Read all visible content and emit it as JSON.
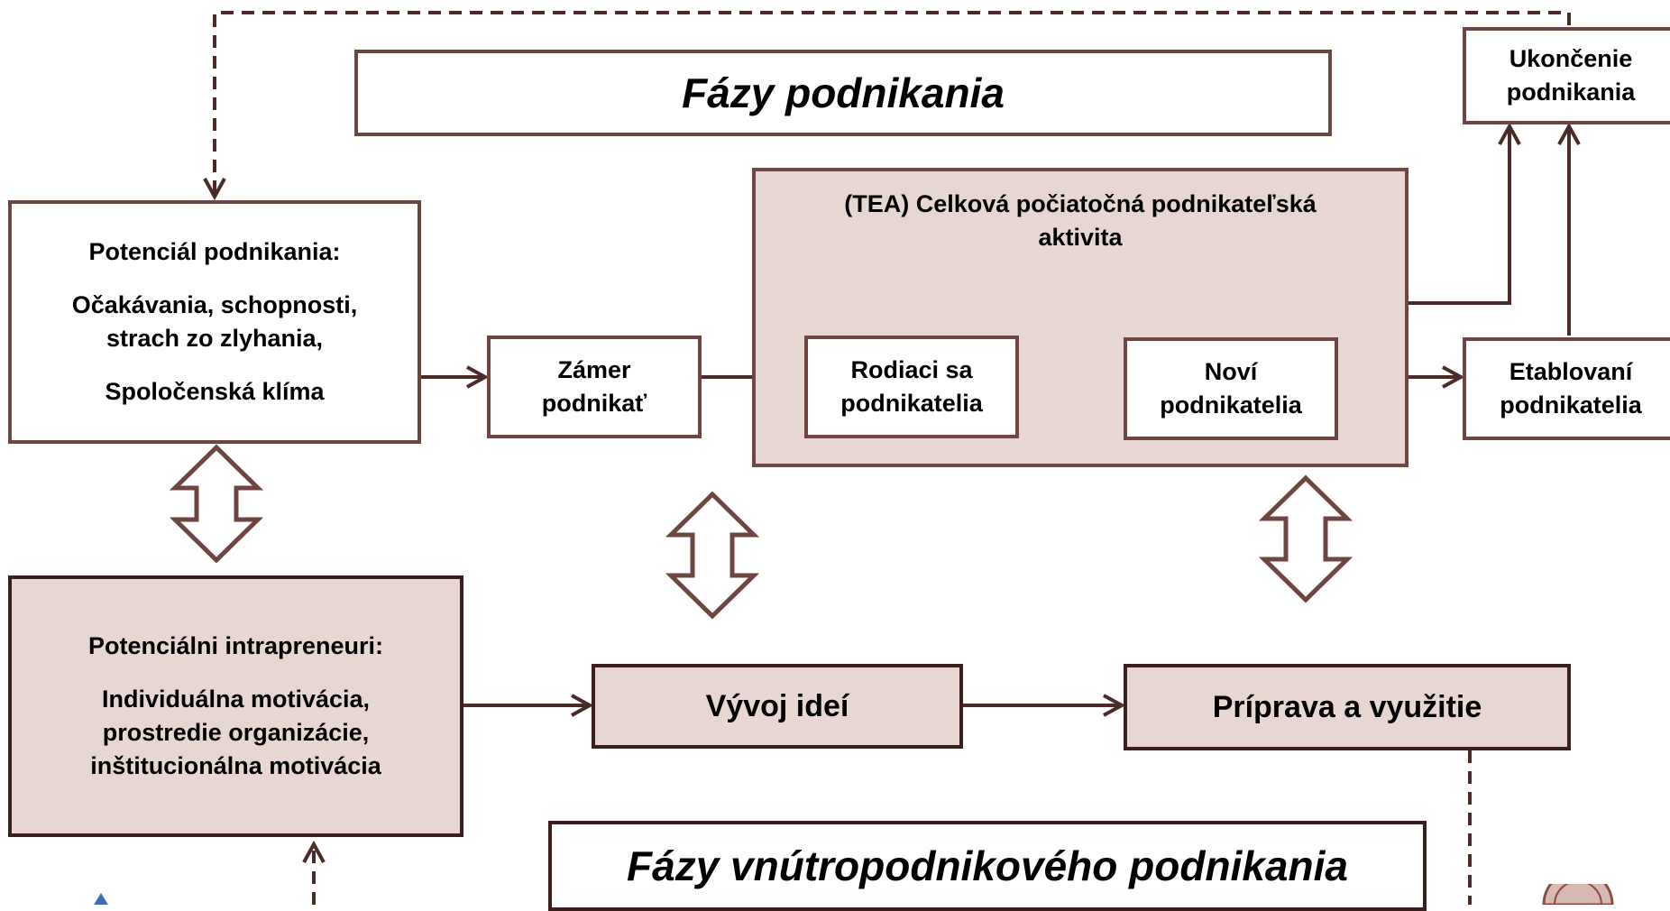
{
  "colors": {
    "border": "#6e4540",
    "fill": "#e7d6d2",
    "arrow": "#4a2b27"
  },
  "titles": {
    "entrepreneurship_phases": "Fázy podnikania",
    "intrapreneurship_phases": "Fázy vnútropodnikového podnikania"
  },
  "boxes": {
    "potential": {
      "heading": "Potenciál podnikania:",
      "line1": "Očakávania, schopnosti,",
      "line2": "strach zo zlyhania,",
      "line3": "Spoločenská klíma"
    },
    "intent": {
      "line1": "Zámer",
      "line2": "podnikať"
    },
    "tea": {
      "line1": "(TEA) Celková počiatočná podnikateľská",
      "line2": "aktivita"
    },
    "nascent": {
      "line1": "Rodiaci sa",
      "line2": "podnikatelia"
    },
    "new": {
      "line1": "Noví",
      "line2": "podnikatelia"
    },
    "established": {
      "line1": "Etablovaní",
      "line2": "podnikatelia"
    },
    "exit": {
      "line1": "Ukončenie",
      "line2": "podnikania"
    },
    "intrapreneurs": {
      "heading": "Potenciálni intrapreneuri:",
      "line1": "Individuálna motivácia,",
      "line2": "prostredie organizácie,",
      "line3": "inštitucionálna motivácia"
    },
    "ideas": {
      "label": "Vývoj ideí"
    },
    "preparation": {
      "label": "Príprava a využitie"
    }
  }
}
